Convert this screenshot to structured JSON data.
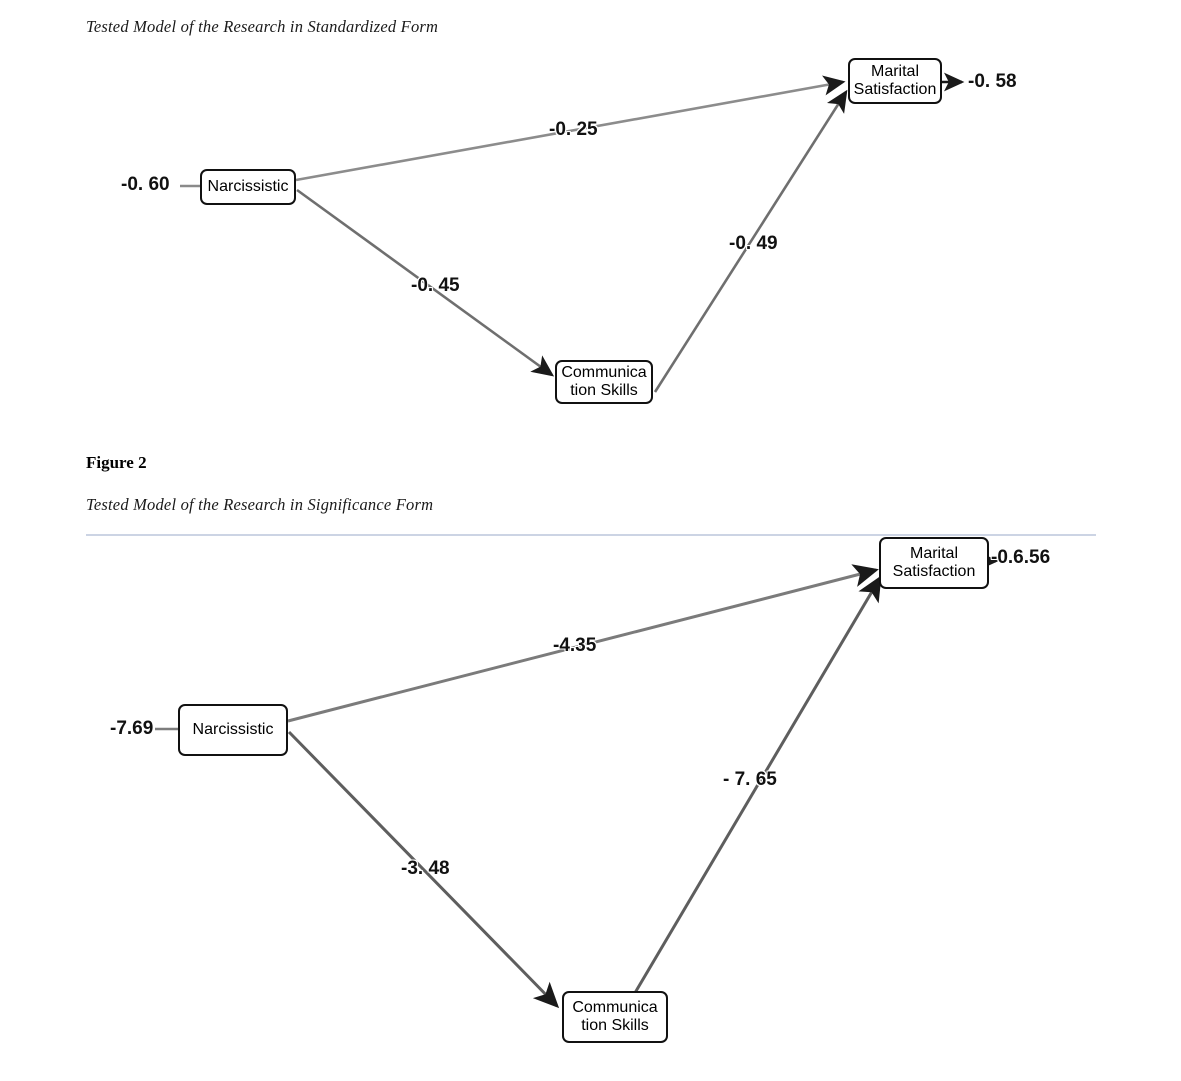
{
  "figure1": {
    "caption": "Tested Model of the Research in Standardized Form",
    "nodes": {
      "narcissistic": "Narcissistic",
      "marital_satisfaction": "Marital\nSatisfaction",
      "communication_skills": "Communica\ntion Skills"
    },
    "coefficients": {
      "narcissistic_residual": "-0. 60",
      "narcissistic_to_marital": "-0. 25",
      "narcissistic_to_communication": "-0. 45",
      "communication_to_marital": "-0. 49",
      "marital_residual": "-0. 58"
    }
  },
  "figure2": {
    "label": "Figure 2",
    "caption": "Tested Model of the Research in Significance Form",
    "nodes": {
      "narcissistic": "Narcissistic",
      "marital_satisfaction": "Marital\nSatisfaction",
      "communication_skills": "Communica\ntion Skills"
    },
    "coefficients": {
      "narcissistic_residual": "-7.69",
      "narcissistic_to_marital": "-4.35",
      "narcissistic_to_communication": "-3. 48",
      "communication_to_marital": "- 7. 65",
      "marital_residual": "-0.6.56"
    }
  },
  "chart_data": {
    "type": "diagram",
    "title": "Path analysis models: narcissism, communication skills and marital satisfaction",
    "diagrams": [
      {
        "name": "figure-1-standardized",
        "caption": "Tested Model of the Research in Standardized Form",
        "form": "standardized",
        "nodes": [
          "Narcissistic",
          "Communication Skills",
          "Marital Satisfaction"
        ],
        "edges": [
          {
            "from": "Narcissistic",
            "to": "Marital Satisfaction",
            "value": "-0. 60",
            "role": "residual-on-narcissistic"
          },
          {
            "from": "Narcissistic",
            "to": "Marital Satisfaction",
            "value": "-0. 25",
            "role": "direct-path"
          },
          {
            "from": "Narcissistic",
            "to": "Communication Skills",
            "value": "-0. 45",
            "role": "direct-path"
          },
          {
            "from": "Communication Skills",
            "to": "Marital Satisfaction",
            "value": "-0. 49",
            "role": "direct-path"
          },
          {
            "from": "Marital Satisfaction",
            "to": "",
            "value": "-0. 58",
            "role": "residual-on-marital"
          }
        ]
      },
      {
        "name": "figure-2-significance",
        "caption": "Tested Model of the Research in Significance Form",
        "form": "significance",
        "nodes": [
          "Narcissistic",
          "Communication Skills",
          "Marital Satisfaction"
        ],
        "edges": [
          {
            "from": "Narcissistic",
            "to": "",
            "value": "-7.69",
            "role": "residual-on-narcissistic"
          },
          {
            "from": "Narcissistic",
            "to": "Marital Satisfaction",
            "value": "-4.35",
            "role": "direct-path"
          },
          {
            "from": "Narcissistic",
            "to": "Communication Skills",
            "value": "-3. 48",
            "role": "direct-path"
          },
          {
            "from": "Communication Skills",
            "to": "Marital Satisfaction",
            "value": "- 7. 65",
            "role": "direct-path"
          },
          {
            "from": "Marital Satisfaction",
            "to": "",
            "value": "-0.6.56",
            "role": "residual-on-marital"
          }
        ]
      }
    ]
  }
}
